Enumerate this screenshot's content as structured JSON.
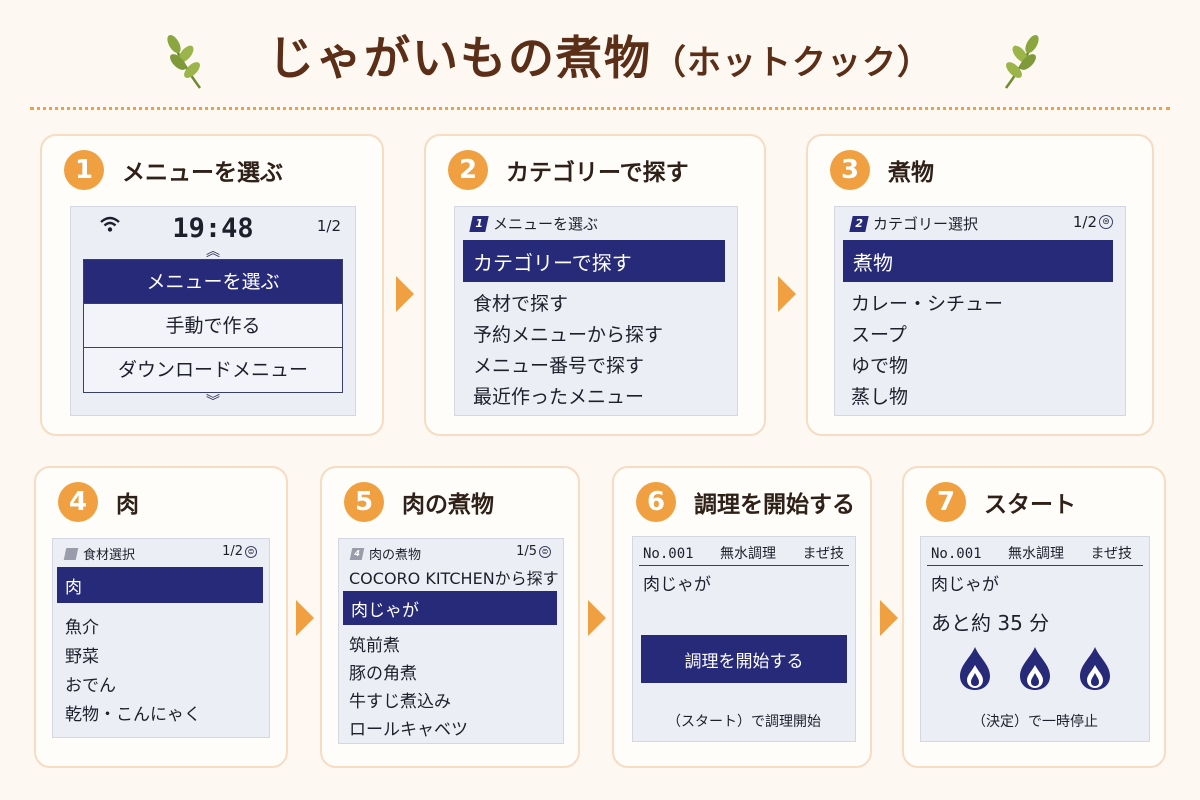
{
  "header": {
    "title": "じゃがいもの煮物",
    "subtitle": "（ホットクック）"
  },
  "colors": {
    "accent": "#f0a040",
    "title": "#5a2e17",
    "screen_select": "#262a78",
    "leaf": "#7f9a3a"
  },
  "steps": [
    {
      "number": "1",
      "title": "メニューを選ぶ",
      "screen": {
        "time": "19:48",
        "page": "1/2",
        "up_icon": "︽",
        "down_icon": "︾",
        "items": [
          "メニューを選ぶ",
          "手動で作る",
          "ダウンロードメニュー"
        ],
        "selected_index": 0
      }
    },
    {
      "number": "2",
      "title": "カテゴリーで探す",
      "screen": {
        "crumb_tag": "1",
        "crumb": "メニューを選ぶ",
        "selected": "カテゴリーで探す",
        "items": [
          "食材で探す",
          "予約メニューから探す",
          "メニュー番号で探す",
          "最近作ったメニュー"
        ]
      }
    },
    {
      "number": "3",
      "title": "煮物",
      "screen": {
        "crumb_tag": "2",
        "crumb": "カテゴリー選択",
        "page": "1/2",
        "page_icon": "⊜",
        "selected": "煮物",
        "items": [
          "カレー・シチュー",
          "スープ",
          "ゆで物",
          "蒸し物"
        ]
      }
    },
    {
      "number": "4",
      "title": "肉",
      "screen": {
        "crumb": "食材選択",
        "page": "1/2",
        "page_icon": "⊜",
        "selected": "肉",
        "items": [
          "魚介",
          "野菜",
          "おでん",
          "乾物・こんにゃく"
        ]
      }
    },
    {
      "number": "5",
      "title": "肉の煮物",
      "screen": {
        "crumb_tag": "4",
        "crumb": "肉の煮物",
        "page": "1/5",
        "page_icon": "⊜",
        "top_item": "COCORO KITCHENから探す",
        "selected": "肉じゃが",
        "items": [
          "筑前煮",
          "豚の角煮",
          "牛すじ煮込み",
          "ロールキャベツ"
        ]
      }
    },
    {
      "number": "6",
      "title": "調理を開始する",
      "screen": {
        "no": "No.001",
        "mode": "無水調理",
        "mix": "まぜ技",
        "dish": "肉じゃが",
        "button": "調理を開始する",
        "foot": "（スタート）で調理開始"
      }
    },
    {
      "number": "7",
      "title": "スタート",
      "screen": {
        "no": "No.001",
        "mode": "無水調理",
        "mix": "まぜ技",
        "dish": "肉じゃが",
        "remaining": "あと約 35 分",
        "flame_icons": [
          "flame-icon",
          "flame-icon",
          "flame-icon"
        ],
        "foot": "（決定）で一時停止"
      }
    }
  ]
}
